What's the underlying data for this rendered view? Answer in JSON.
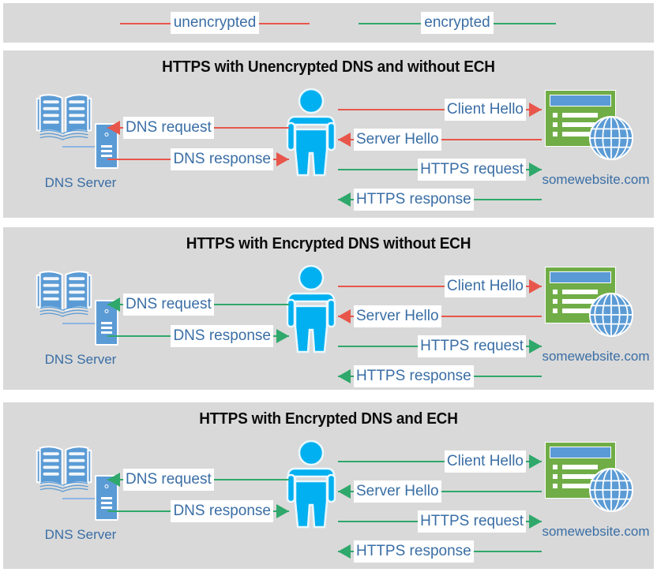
{
  "colors": {
    "panel_background": "#d9d9d9",
    "page_background": "#ffffff",
    "unencrypted": "#e8564b",
    "encrypted": "#2fa86b",
    "label_text": "#3a6ea5",
    "title_text": "#0c0c0c",
    "person": "#00b0f0",
    "server_blue": "#5b9bd5",
    "website_green": "#70ad47"
  },
  "legend": {
    "items": [
      {
        "id": "unencrypted",
        "label": "unencrypted",
        "color": "#e8564b"
      },
      {
        "id": "encrypted",
        "label": "encrypted",
        "color": "#2fa86b"
      }
    ]
  },
  "nodes": {
    "dns_server_label": "DNS Server",
    "website_label": "somewebsite.com",
    "dns_icon": "open-book-icon",
    "server_icon": "server-tower-icon",
    "user_icon": "person-icon",
    "website_icon": "browser-window-globe-icon"
  },
  "panels": [
    {
      "id": "panel-unencrypted-dns",
      "title": "HTTPS with Unencrypted DNS and without ECH",
      "flows": [
        {
          "id": "dns-request",
          "label": "DNS request",
          "column": "left",
          "direction": "left",
          "color": "#e8564b",
          "encryption": "unencrypted"
        },
        {
          "id": "dns-response",
          "label": "DNS response",
          "column": "left",
          "direction": "right",
          "color": "#e8564b",
          "encryption": "unencrypted"
        },
        {
          "id": "client-hello",
          "label": "Client Hello",
          "column": "right",
          "direction": "right",
          "color": "#e8564b",
          "encryption": "unencrypted"
        },
        {
          "id": "server-hello",
          "label": "Server Hello",
          "column": "right",
          "direction": "left",
          "color": "#e8564b",
          "encryption": "unencrypted"
        },
        {
          "id": "https-request",
          "label": "HTTPS request",
          "column": "right",
          "direction": "right",
          "color": "#2fa86b",
          "encryption": "encrypted"
        },
        {
          "id": "https-response",
          "label": "HTTPS response",
          "column": "right",
          "direction": "left",
          "color": "#2fa86b",
          "encryption": "encrypted"
        }
      ]
    },
    {
      "id": "panel-encrypted-dns",
      "title": "HTTPS with Encrypted DNS without ECH",
      "flows": [
        {
          "id": "dns-request",
          "label": "DNS request",
          "column": "left",
          "direction": "left",
          "color": "#2fa86b",
          "encryption": "encrypted"
        },
        {
          "id": "dns-response",
          "label": "DNS response",
          "column": "left",
          "direction": "right",
          "color": "#2fa86b",
          "encryption": "encrypted"
        },
        {
          "id": "client-hello",
          "label": "Client Hello",
          "column": "right",
          "direction": "right",
          "color": "#e8564b",
          "encryption": "unencrypted"
        },
        {
          "id": "server-hello",
          "label": "Server Hello",
          "column": "right",
          "direction": "left",
          "color": "#e8564b",
          "encryption": "unencrypted"
        },
        {
          "id": "https-request",
          "label": "HTTPS request",
          "column": "right",
          "direction": "right",
          "color": "#2fa86b",
          "encryption": "encrypted"
        },
        {
          "id": "https-response",
          "label": "HTTPS response",
          "column": "right",
          "direction": "left",
          "color": "#2fa86b",
          "encryption": "encrypted"
        }
      ]
    },
    {
      "id": "panel-encrypted-dns-ech",
      "title": "HTTPS with Encrypted DNS and ECH",
      "flows": [
        {
          "id": "dns-request",
          "label": "DNS request",
          "column": "left",
          "direction": "left",
          "color": "#2fa86b",
          "encryption": "encrypted"
        },
        {
          "id": "dns-response",
          "label": "DNS response",
          "column": "left",
          "direction": "right",
          "color": "#2fa86b",
          "encryption": "encrypted"
        },
        {
          "id": "client-hello",
          "label": "Client Hello",
          "column": "right",
          "direction": "right",
          "color": "#2fa86b",
          "encryption": "encrypted"
        },
        {
          "id": "server-hello",
          "label": "Server Hello",
          "column": "right",
          "direction": "left",
          "color": "#2fa86b",
          "encryption": "encrypted"
        },
        {
          "id": "https-request",
          "label": "HTTPS request",
          "column": "right",
          "direction": "right",
          "color": "#2fa86b",
          "encryption": "encrypted"
        },
        {
          "id": "https-response",
          "label": "HTTPS response",
          "column": "right",
          "direction": "left",
          "color": "#2fa86b",
          "encryption": "encrypted"
        }
      ]
    }
  ],
  "layout": {
    "left_column_rows_top": [
      85,
      125
    ],
    "right_column_rows_top": [
      62,
      100,
      138,
      176
    ]
  }
}
